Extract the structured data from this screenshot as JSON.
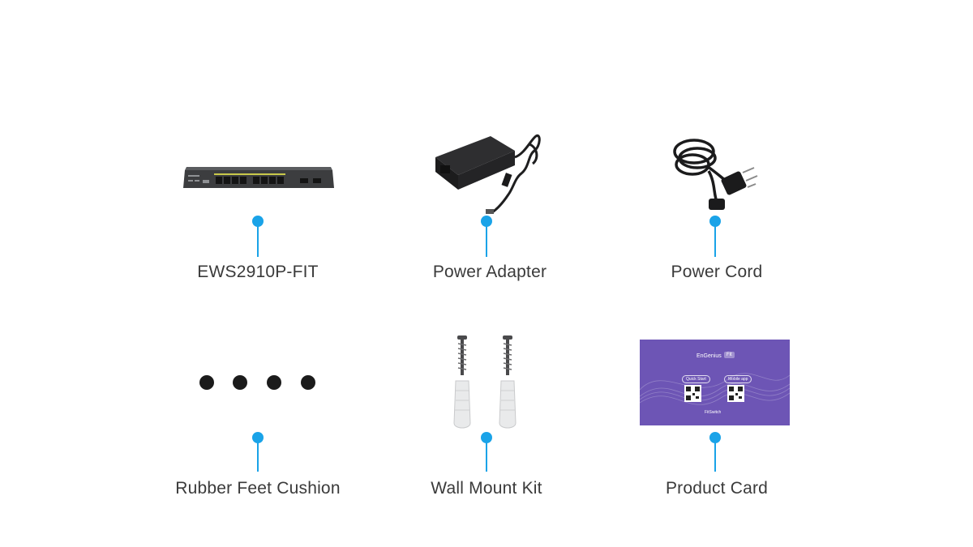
{
  "items": [
    {
      "id": "switch",
      "label": "EWS2910P-FIT"
    },
    {
      "id": "adapter",
      "label": "Power Adapter"
    },
    {
      "id": "cord",
      "label": "Power Cord"
    },
    {
      "id": "feet",
      "label": "Rubber Feet Cushion"
    },
    {
      "id": "wallmount",
      "label": "Wall Mount Kit"
    },
    {
      "id": "card",
      "label": "Product Card"
    }
  ],
  "product_card": {
    "brand": "EnGenius",
    "badge": "Fit",
    "quick_start": "Quick Start",
    "mobile_app": "Mobile app",
    "footer": "FitSwitch"
  },
  "colors": {
    "accent": "#1aa3e8",
    "label_text": "#3a3a3a",
    "card_background": "#6d55b5"
  }
}
